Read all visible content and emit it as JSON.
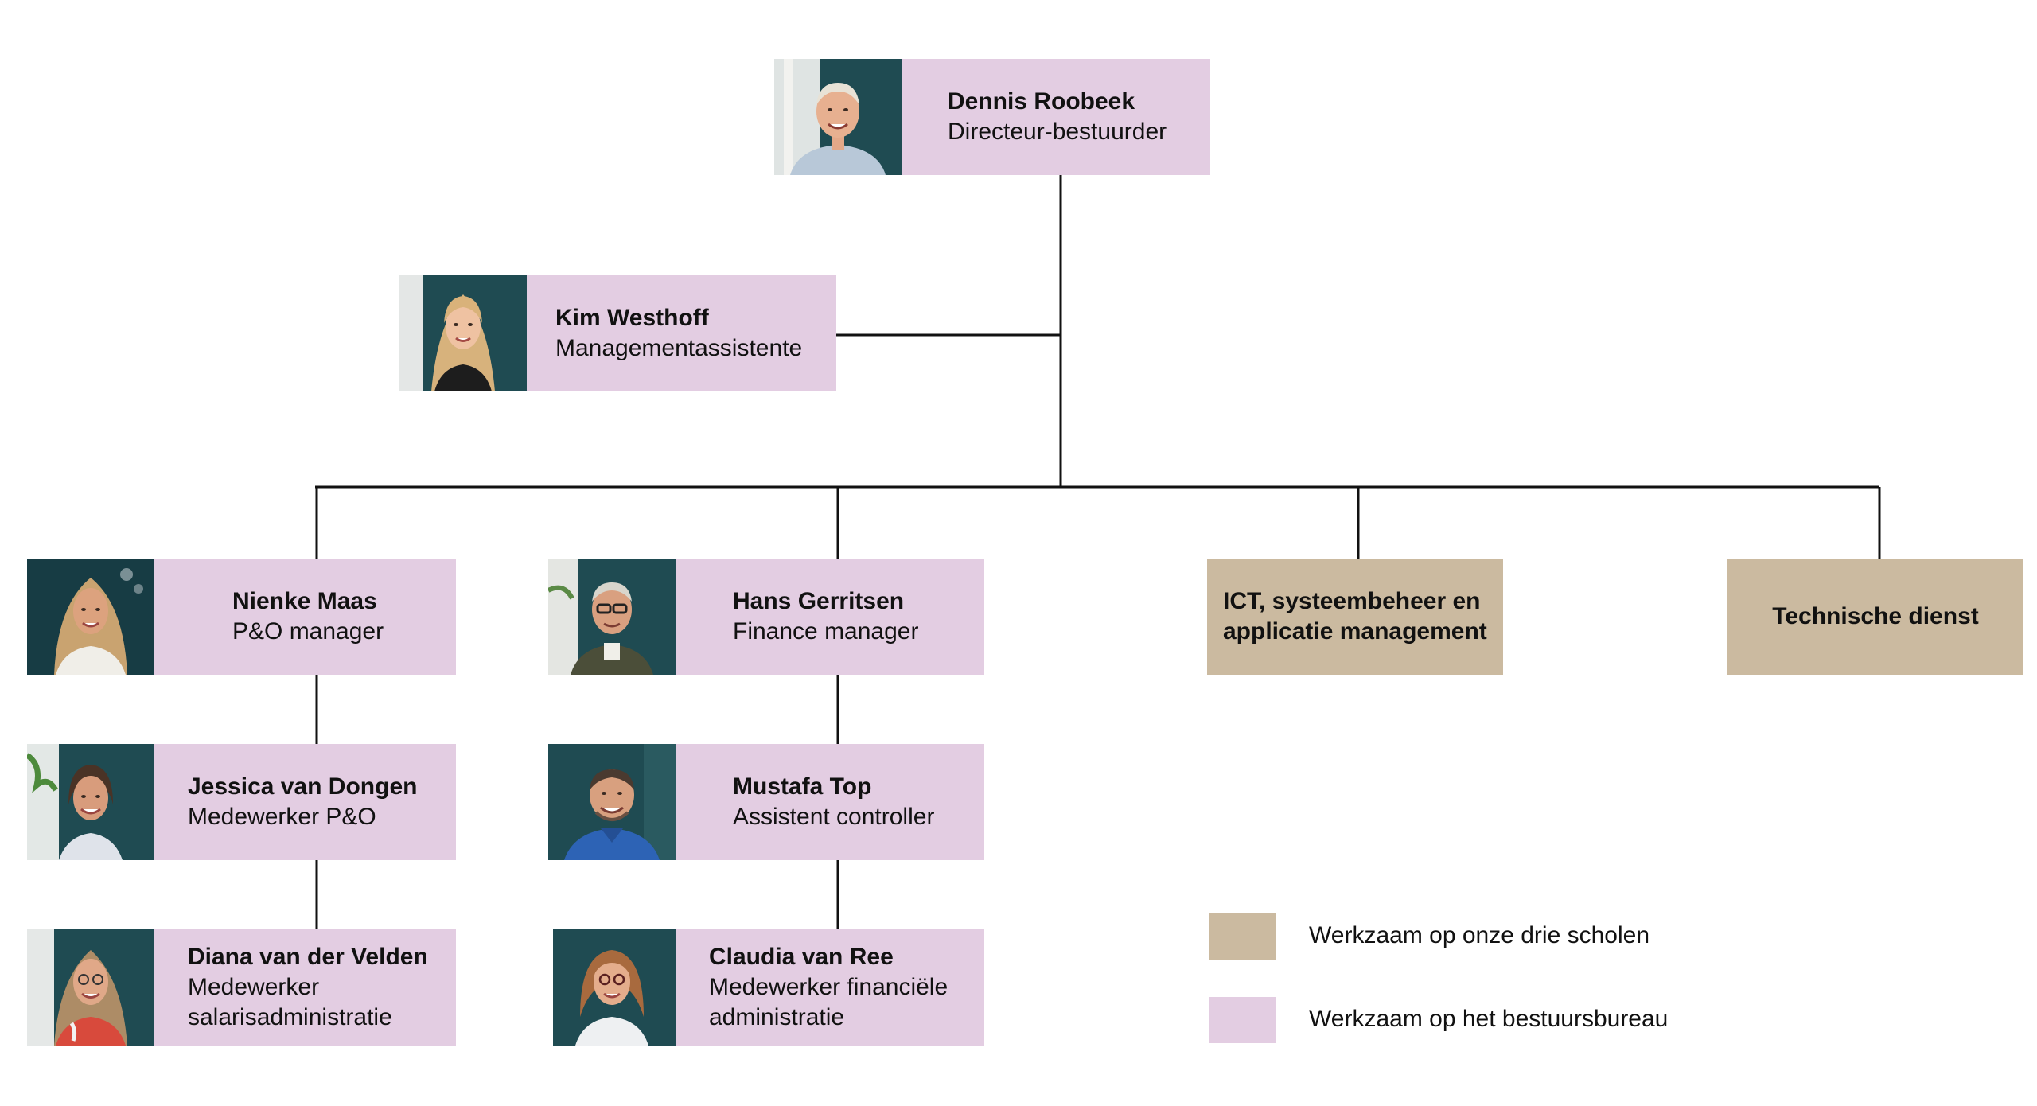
{
  "colors": {
    "office": "#e3cde2",
    "schools": "#cbbaa0",
    "line": "#111111"
  },
  "director": {
    "name": "Dennis Roobeek",
    "role": "Directeur-bestuurder"
  },
  "assistant": {
    "name": "Kim Westhoff",
    "role": "Managementassistente"
  },
  "hr": {
    "manager": {
      "name": "Nienke Maas",
      "role": "P&O manager"
    },
    "staff_1": {
      "name": "Jessica van Dongen",
      "role": "Medewerker P&O"
    },
    "staff_2": {
      "name": "Diana van der Velden",
      "role_line_1": "Medewerker",
      "role_line_2": "salarisadministratie"
    }
  },
  "finance": {
    "manager": {
      "name": "Hans Gerritsen",
      "role": "Finance manager"
    },
    "staff_1": {
      "name": "Mustafa Top",
      "role": "Assistent controller"
    },
    "staff_2": {
      "name": "Claudia van Ree",
      "role_line_1": "Medewerker financiële",
      "role_line_2": "administratie"
    }
  },
  "departments": {
    "ict_line_1": "ICT, systeembeheer en",
    "ict_line_2": "applicatie management",
    "technical": "Technische dienst"
  },
  "legend": {
    "schools": "Werkzaam op onze drie scholen",
    "office": "Werkzaam op het bestuursbureau"
  }
}
